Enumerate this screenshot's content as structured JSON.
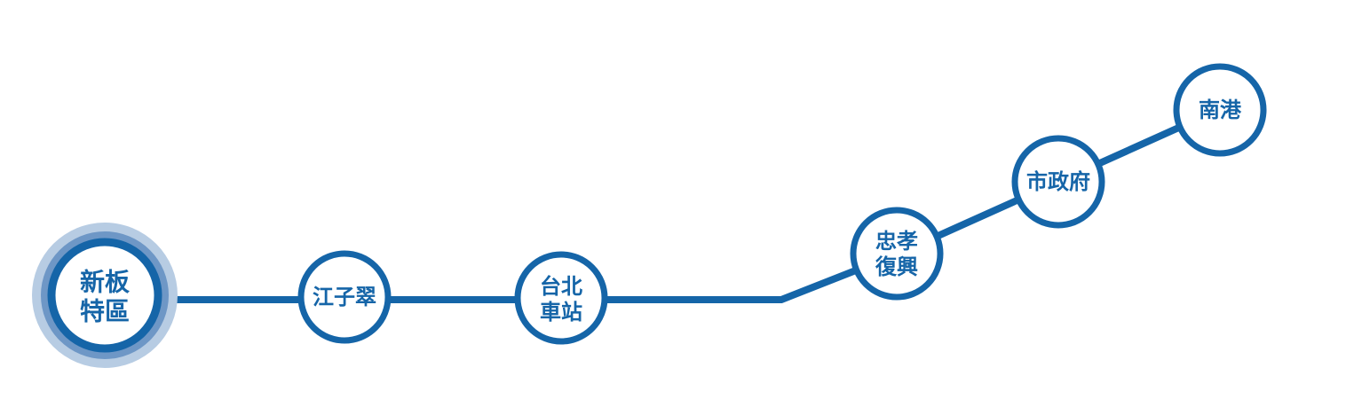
{
  "colors": {
    "line": "#1565a8",
    "circle_fill": "#ffffff",
    "halo_outer": "#b7cce3",
    "halo_inner": "#6e97c6"
  },
  "stations": [
    {
      "id": "xinban",
      "lines": [
        "新板",
        "特區"
      ],
      "current": true
    },
    {
      "id": "jiangzicui",
      "lines": [
        "江子翠"
      ],
      "current": false
    },
    {
      "id": "taipei-main",
      "lines": [
        "台北",
        "車站"
      ],
      "current": false
    },
    {
      "id": "zhongxiao-fuxing",
      "lines": [
        "忠孝",
        "復興"
      ],
      "current": false
    },
    {
      "id": "city-hall",
      "lines": [
        "市政府"
      ],
      "current": false
    },
    {
      "id": "nangang",
      "lines": [
        "南港"
      ],
      "current": false
    }
  ]
}
